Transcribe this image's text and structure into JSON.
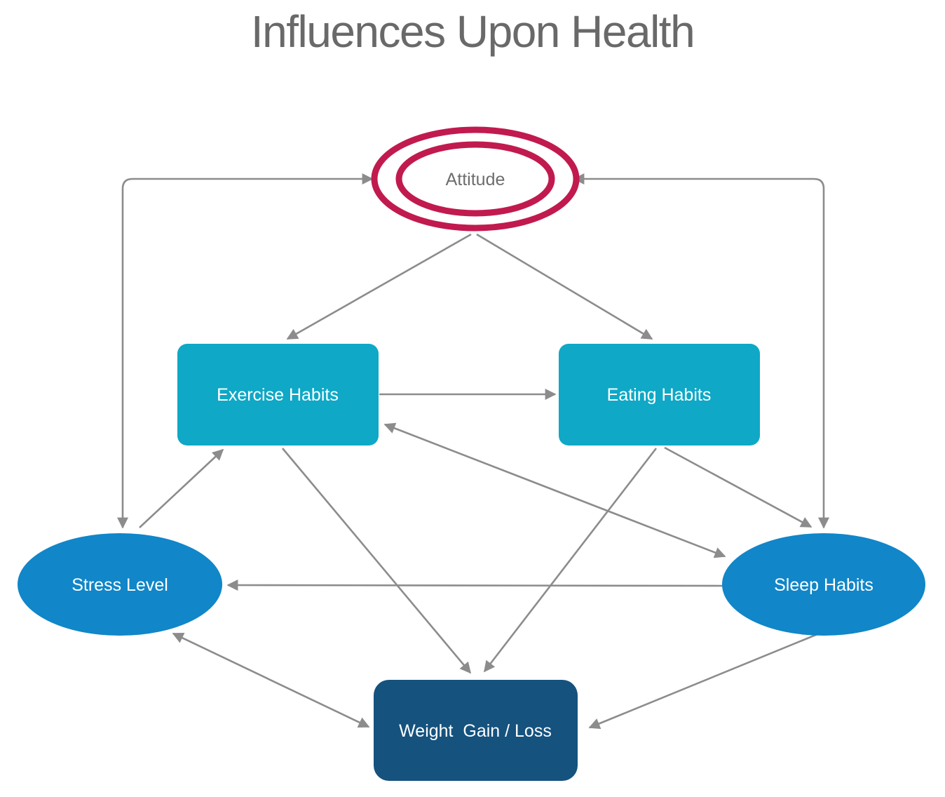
{
  "title": "Influences Upon Health",
  "nodes": {
    "attitude": {
      "label": "Attitude",
      "shape": "double-ellipse",
      "stroke": "#C11A4F",
      "text_color": "#6E6E6E"
    },
    "exercise_habits": {
      "label": "Exercise Habits",
      "shape": "rounded-rect",
      "fill": "#0FA8C6",
      "text_color": "#FFFFFF"
    },
    "eating_habits": {
      "label": "Eating Habits",
      "shape": "rounded-rect",
      "fill": "#0FA8C6",
      "text_color": "#FFFFFF"
    },
    "stress_level": {
      "label": "Stress Level",
      "shape": "ellipse",
      "fill": "#1186C8",
      "text_color": "#FFFFFF"
    },
    "sleep_habits": {
      "label": "Sleep Habits",
      "shape": "ellipse",
      "fill": "#1186C8",
      "text_color": "#FFFFFF"
    },
    "weight_gain_loss": {
      "label": "Weight  Gain / Loss",
      "shape": "rounded-rect",
      "fill": "#15527E",
      "text_color": "#FFFFFF"
    }
  },
  "edges": [
    {
      "from": "Stress Level",
      "to": "Attitude",
      "bidirectional": true
    },
    {
      "from": "Sleep Habits",
      "to": "Attitude",
      "bidirectional": true
    },
    {
      "from": "Attitude",
      "to": "Exercise Habits",
      "bidirectional": false
    },
    {
      "from": "Attitude",
      "to": "Eating Habits",
      "bidirectional": false
    },
    {
      "from": "Exercise Habits",
      "to": "Eating Habits",
      "bidirectional": false
    },
    {
      "from": "Stress Level",
      "to": "Exercise Habits",
      "bidirectional": false
    },
    {
      "from": "Exercise Habits",
      "to": "Sleep Habits",
      "bidirectional": true
    },
    {
      "from": "Eating Habits",
      "to": "Sleep Habits",
      "bidirectional": false
    },
    {
      "from": "Exercise Habits",
      "to": "Weight  Gain / Loss",
      "bidirectional": false
    },
    {
      "from": "Eating Habits",
      "to": "Weight  Gain / Loss",
      "bidirectional": false
    },
    {
      "from": "Sleep Habits",
      "to": "Stress Level",
      "bidirectional": false
    },
    {
      "from": "Stress Level",
      "to": "Weight  Gain / Loss",
      "bidirectional": true
    },
    {
      "from": "Sleep Habits",
      "to": "Weight  Gain / Loss",
      "bidirectional": false
    }
  ],
  "colors": {
    "arrow": "#8C8C8C",
    "title": "#696969",
    "background": "#FFFFFF"
  }
}
